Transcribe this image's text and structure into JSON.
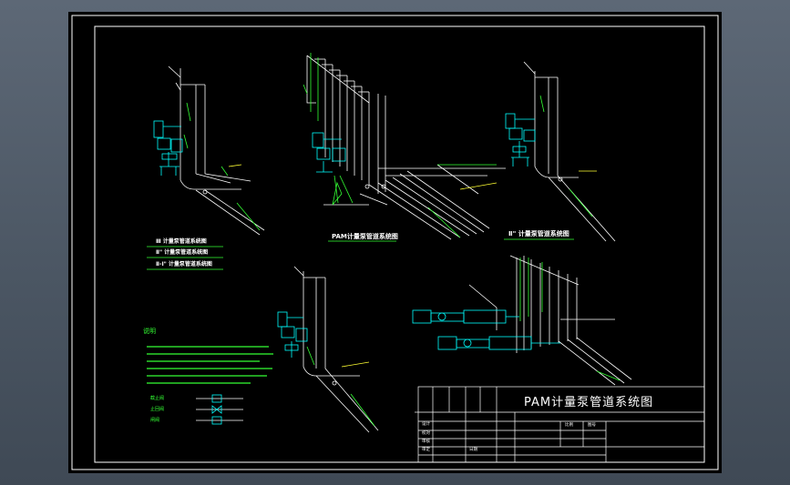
{
  "diagram": {
    "title": "PAM计量泵管道系统图",
    "view_labels": {
      "d1": "Ⅱ 计量泵管道系统图",
      "d2": "PAM计量泵管道系统图",
      "d3": "Ⅱ\" 计量泵管道系统图"
    },
    "legend_lines": [
      "Ⅲ 计量泵管道系统图",
      "Ⅱ\" 计量泵管道系统图",
      "Ⅱ-Ⅰ\" 计量泵管道系统图"
    ],
    "notes_heading": "说明",
    "legend_symbols": [
      "截止阀",
      "止回阀",
      "闸阀"
    ],
    "title_block": {
      "designer": "设计",
      "checker": "校对",
      "reviewer": "审核",
      "approver": "审定",
      "date": "日期",
      "scale": "比例",
      "drawing_no": "图号"
    }
  },
  "colors": {
    "sheet": "#000000",
    "frame": "#ffffff",
    "pipe": "#ffffff",
    "equipment": "#00ffff",
    "label": "#33ff33",
    "dim": "#ffff33"
  }
}
